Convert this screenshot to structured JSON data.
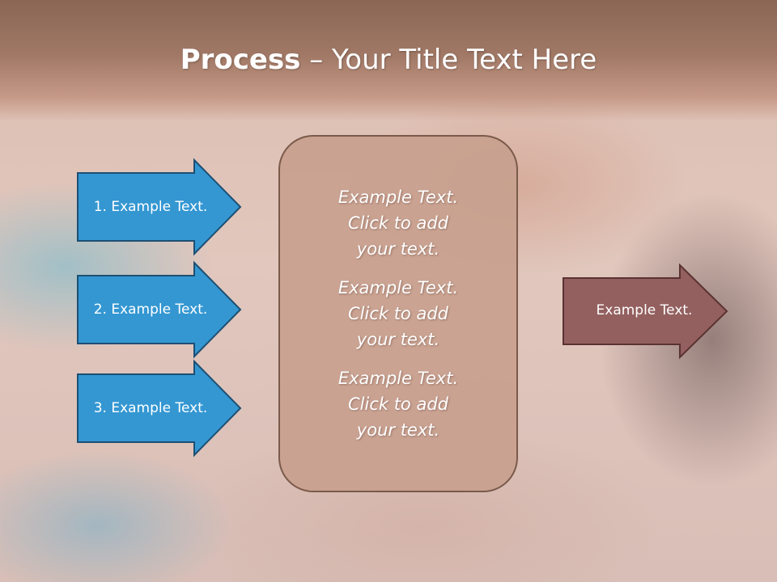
{
  "title": {
    "bold": "Process",
    "rest": " – Your Title Text Here"
  },
  "inputs": [
    {
      "label": "1. Example Text."
    },
    {
      "label": "2. Example Text."
    },
    {
      "label": "3. Example Text."
    }
  ],
  "center": [
    {
      "line1": "Example Text.",
      "line2": "Click  to add",
      "line3": "your text."
    },
    {
      "line1": "Example Text.",
      "line2": "Click  to add",
      "line3": "your text."
    },
    {
      "line1": "Example Text.",
      "line2": "Click  to add",
      "line3": "your text."
    }
  ],
  "output": {
    "label": "Example Text."
  },
  "colors": {
    "input_arrow_fill": "#3497d2",
    "input_arrow_stroke": "#1d4f73",
    "center_box_fill": "#c8a08e",
    "center_box_stroke": "#7a5a4a",
    "output_arrow_fill": "#93605f",
    "output_arrow_stroke": "#5a3232"
  }
}
